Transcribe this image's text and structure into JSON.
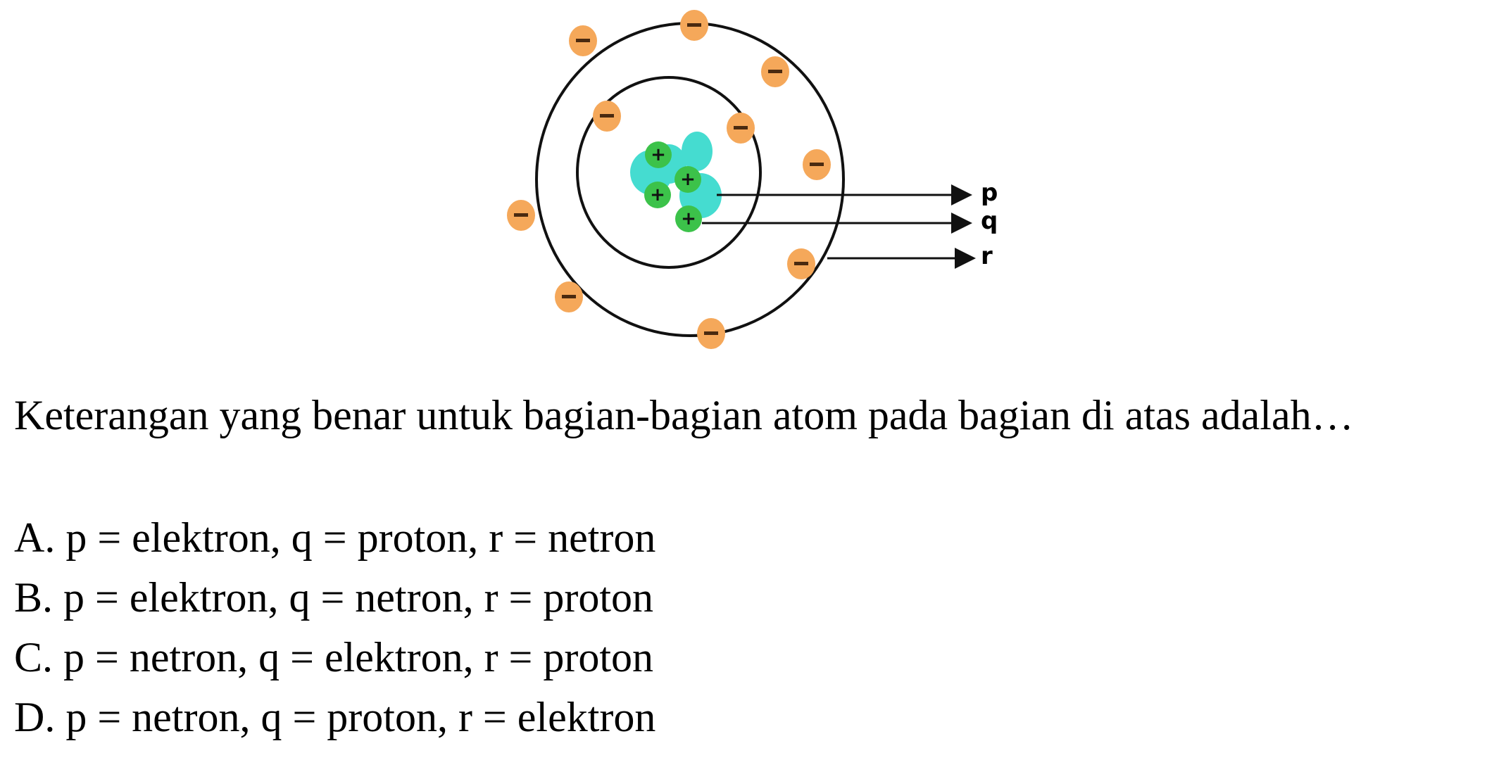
{
  "diagram": {
    "title": "atom-model",
    "labels": {
      "p": "p",
      "q": "q",
      "r": "r"
    },
    "electron_sign": "−",
    "proton_sign": "+",
    "colors": {
      "electron": "#F5A85A",
      "proton": "#3CC24A",
      "neutron": "#45DCD0",
      "orbit": "#111111"
    }
  },
  "question": {
    "text": "Keterangan yang benar untuk bagian-bagian atom pada bagian di atas adalah…"
  },
  "options": [
    {
      "letter": "A.",
      "text": "p = elektron, q = proton, r = netron"
    },
    {
      "letter": "B.",
      "text": "p = elektron, q = netron, r = proton"
    },
    {
      "letter": "C.",
      "text": "p = netron, q = elektron, r = proton"
    },
    {
      "letter": "D.",
      "text": "p = netron, q = proton, r = elektron"
    }
  ]
}
